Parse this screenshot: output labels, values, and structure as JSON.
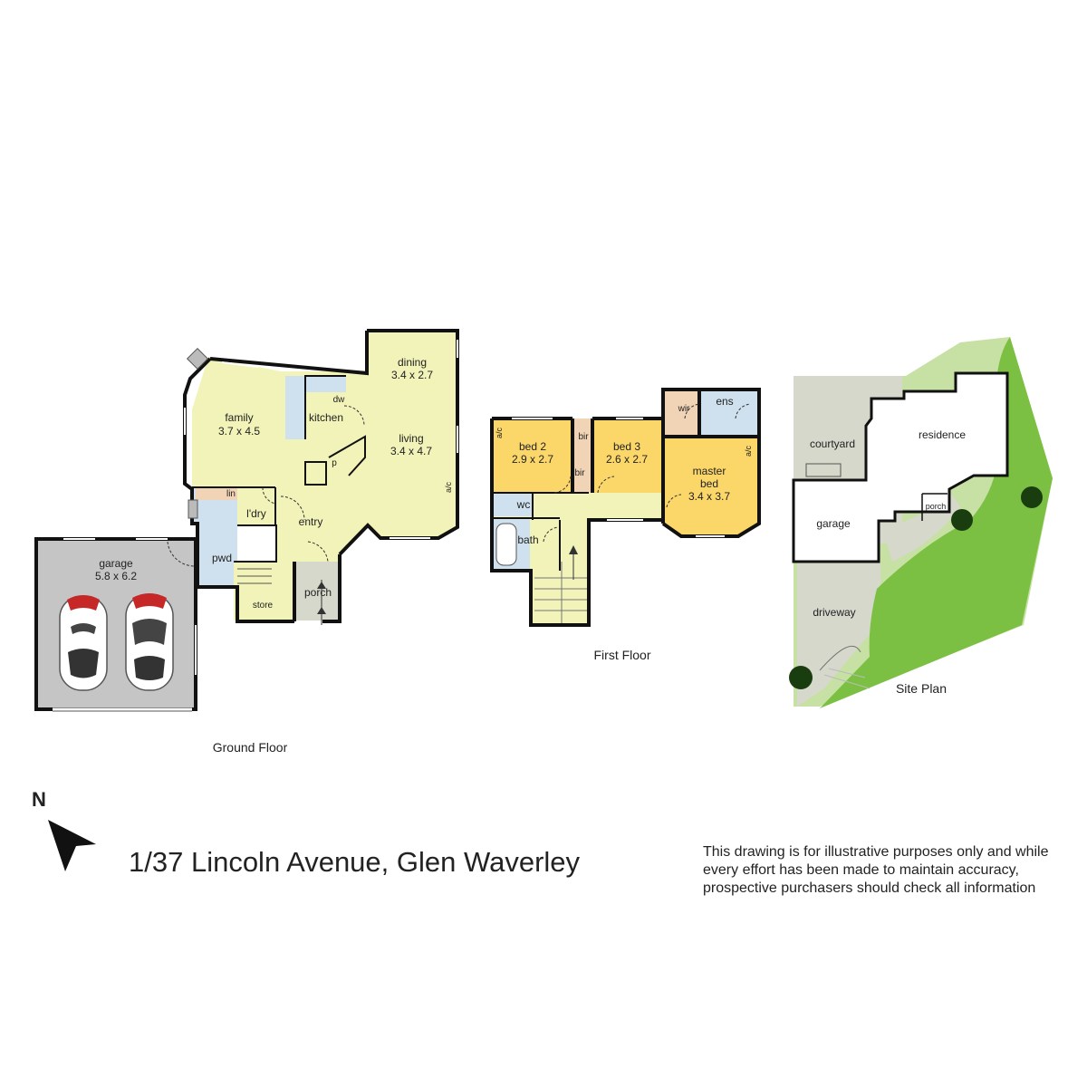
{
  "address": "1/37 Lincoln Avenue, Glen Waverley",
  "disclaimer": [
    "This drawing is for illustrative purposes only and while",
    "every effort has been made to maintain accuracy,",
    "prospective purchasers should check all information"
  ],
  "compass": {
    "label": "N"
  },
  "colors": {
    "living_area": "#f2f3b8",
    "bedroom": "#fbd76a",
    "wet_area": "#cfe1ee",
    "storage": "#f1d4b6",
    "garage": "#c5c5c5",
    "lawn": "#7bc043",
    "lawn_light": "#c7e0a4",
    "paving": "#d6d8cc",
    "wall": "#111111"
  },
  "ground_floor": {
    "title": "Ground Floor",
    "rooms": {
      "dining": {
        "name": "dining",
        "size": "3.4 x 2.7"
      },
      "family": {
        "name": "family",
        "size": "3.7 x 4.5"
      },
      "kitchen": {
        "name": "kitchen"
      },
      "living": {
        "name": "living",
        "size": "3.4 x 4.7"
      },
      "entry": {
        "name": "entry"
      },
      "laundry": {
        "name": "l'dry"
      },
      "linen": {
        "name": "lin"
      },
      "powder": {
        "name": "pwd"
      },
      "store": {
        "name": "store"
      },
      "porch": {
        "name": "porch"
      },
      "garage": {
        "name": "garage",
        "size": "5.8 x 6.2"
      }
    },
    "labels": {
      "dishwasher": "dw",
      "pantry": "p",
      "aircon": "a/c"
    }
  },
  "first_floor": {
    "title": "First Floor",
    "rooms": {
      "bed2": {
        "name": "bed 2",
        "size": "2.9 x 2.7"
      },
      "bed3": {
        "name": "bed 3",
        "size": "2.6 x 2.7"
      },
      "master": {
        "name_line1": "master",
        "name_line2": "bed",
        "size": "3.4 x 3.7"
      },
      "wir": {
        "name": "wir"
      },
      "ens": {
        "name": "ens"
      },
      "bir_top": {
        "name": "bir"
      },
      "bir_bottom": {
        "name": "bir"
      },
      "wc": {
        "name": "wc"
      },
      "bath": {
        "name": "bath"
      }
    },
    "labels": {
      "aircon_left": "a/c",
      "aircon_right": "a/c"
    }
  },
  "site_plan": {
    "title": "Site Plan",
    "labels": {
      "courtyard": "courtyard",
      "residence": "residence",
      "porch": "porch",
      "garage": "garage",
      "driveway": "driveway"
    }
  }
}
